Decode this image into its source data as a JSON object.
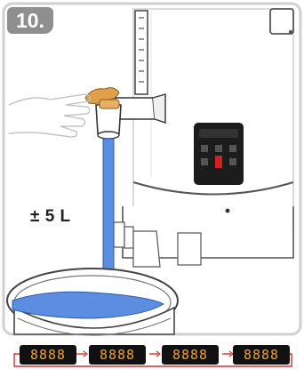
{
  "step_number": "10.",
  "volume_label": "± 5 L",
  "colors": {
    "badge": "#8f8f8f",
    "panel_frame": "#d0d0d0",
    "water": "#5b8de0",
    "tap_lever": "#e0a04a",
    "display_digits": "#f0a030",
    "cycle_arrows": "#d03030"
  },
  "icons": {
    "hand": "hand-illustration",
    "tap": "tap-icon",
    "kettle": "kettle-illustration",
    "bucket": "bucket-illustration",
    "control_panel": "control-panel-icon"
  },
  "display_sequence": [
    {
      "digits": "8888"
    },
    {
      "digits": "8888"
    },
    {
      "digits": "8888"
    },
    {
      "digits": "8888"
    }
  ]
}
